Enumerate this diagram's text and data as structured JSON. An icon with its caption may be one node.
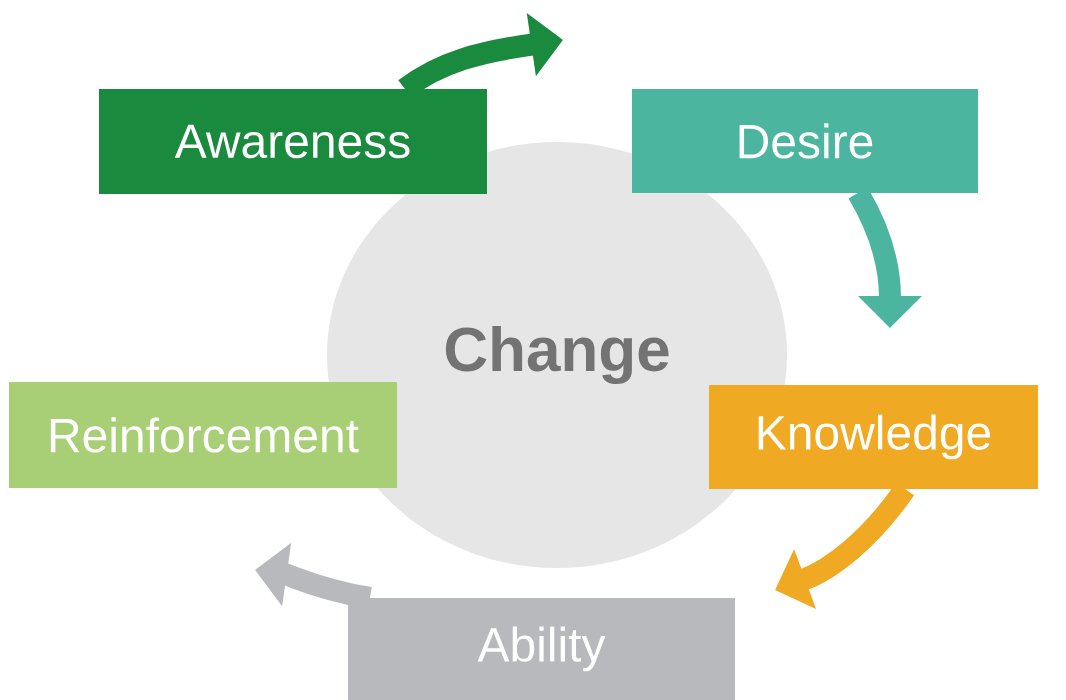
{
  "diagram": {
    "nodes": [
      {
        "text": [
          "Change"
        ]
      },
      {
        "text": [
          "Awareness"
        ]
      },
      {
        "text": [
          "Desire"
        ]
      },
      {
        "text": [
          "Knowledge"
        ]
      },
      {
        "text": [
          "Ability"
        ]
      },
      {
        "text": [
          "Reinforcement"
        ]
      }
    ],
    "edges": [
      {
        "from": 1,
        "to": null,
        "arrow": "to",
        "color": "#1a8a3e"
      },
      {
        "from": 2,
        "to": 3,
        "arrow": "to",
        "color": "#4bb59f"
      },
      {
        "from": 3,
        "to": 4,
        "arrow": "to",
        "color": "#f0a922"
      },
      {
        "from": 4,
        "to": 5,
        "arrow": "to",
        "color": "#b8b9bc"
      }
    ]
  }
}
